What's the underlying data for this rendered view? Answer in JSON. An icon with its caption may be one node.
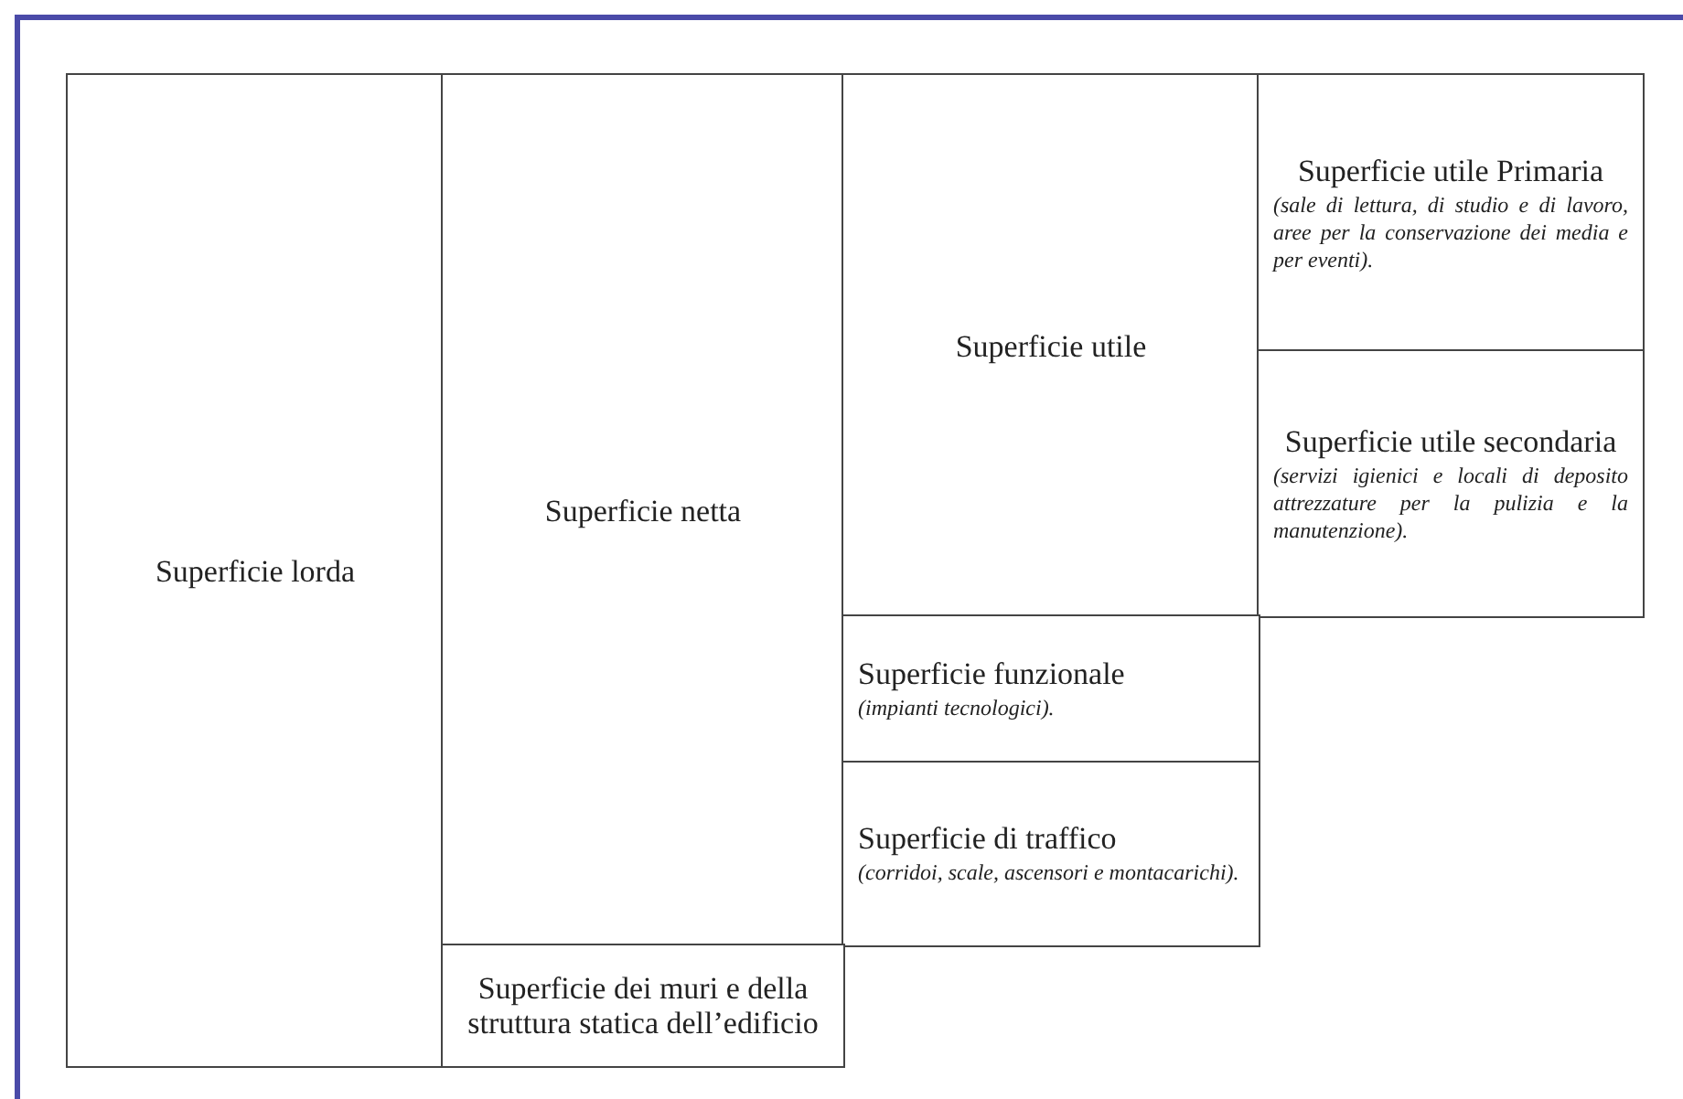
{
  "diagram": {
    "nodes": [
      {
        "text": [
          "Superficie lorda"
        ]
      },
      {
        "text": [
          "Superficie netta"
        ]
      },
      {
        "text": [
          "Superficie utile"
        ]
      },
      {
        "text": [
          "Superficie utile Primaria",
          "(sale di lettura, di studio e di lavoro, aree per la conservazione dei media e per eventi)."
        ]
      },
      {
        "text": [
          "Superficie utile secondaria",
          "(servizi igienici e locali di deposito attrezzature per la pulizia e la manutenzione)."
        ]
      },
      {
        "text": [
          "Superficie funzionale",
          "(impianti tecnologici)."
        ]
      },
      {
        "text": [
          "Superficie di traffico",
          "(corridoi, scale, ascensori e montacarichi)."
        ]
      },
      {
        "text": [
          "Superficie dei muri e della struttura statica dell’edificio"
        ]
      }
    ]
  }
}
